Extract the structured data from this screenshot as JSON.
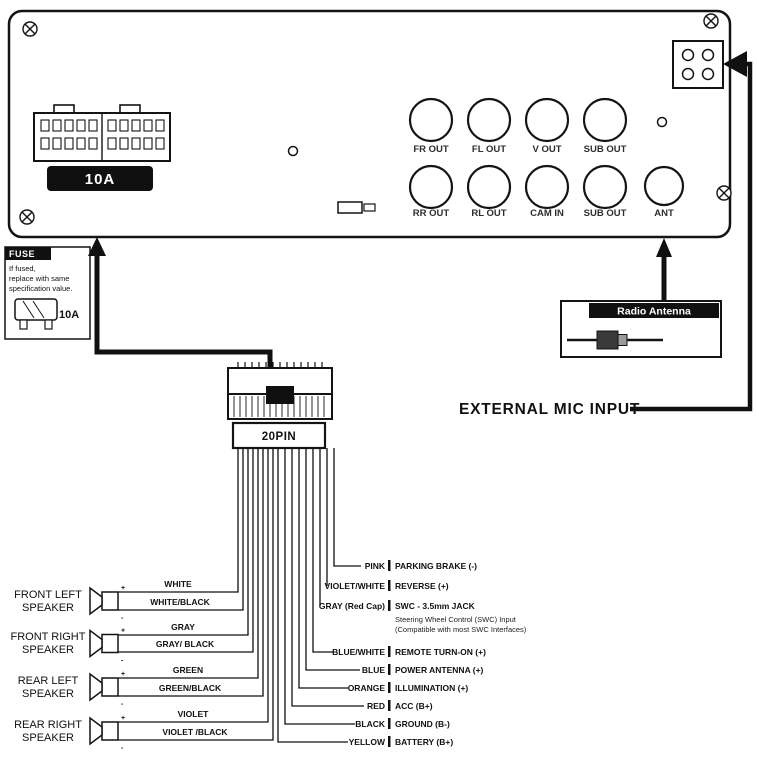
{
  "panel": {
    "fuse_rating": "10A",
    "jacks_top": [
      "FR OUT",
      "FL OUT",
      "V OUT",
      "SUB OUT"
    ],
    "jacks_bottom": [
      "RR OUT",
      "RL OUT",
      "CAM IN",
      "SUB OUT"
    ],
    "antenna_jack": "ANT"
  },
  "fuse_box": {
    "title": "FUSE",
    "note_lines": [
      "If fused,",
      "replace with same",
      "specification value."
    ],
    "rating": "10A"
  },
  "antenna_box": {
    "title": "Radio Antenna"
  },
  "external_mic_label": "EXTERNAL MIC INPUT",
  "harness": {
    "connector": "20PIN",
    "polarity_plus": "+",
    "polarity_minus": "-",
    "speakers": [
      {
        "name1": "FRONT LEFT",
        "name2": "SPEAKER",
        "wire_pos": "WHITE",
        "wire_neg": "WHITE/BLACK"
      },
      {
        "name1": "FRONT RIGHT",
        "name2": "SPEAKER",
        "wire_pos": "GRAY",
        "wire_neg": "GRAY/ BLACK"
      },
      {
        "name1": "REAR LEFT",
        "name2": "SPEAKER",
        "wire_pos": "GREEN",
        "wire_neg": "GREEN/BLACK"
      },
      {
        "name1": "REAR RIGHT",
        "name2": "SPEAKER",
        "wire_pos": "VIOLET",
        "wire_neg": "VIOLET /BLACK"
      }
    ],
    "wires": [
      {
        "color": "PINK",
        "function": "PARKING BRAKE (-)"
      },
      {
        "color": "VIOLET/WHITE",
        "function": "REVERSE (+)"
      },
      {
        "color": "GRAY (Red Cap)",
        "function": "SWC - 3.5mm JACK"
      },
      {
        "color": "BLUE/WHITE",
        "function": "REMOTE TURN-ON (+)"
      },
      {
        "color": "BLUE",
        "function": "POWER ANTENNA (+)"
      },
      {
        "color": "ORANGE",
        "function": "ILLUMINATION (+)"
      },
      {
        "color": "RED",
        "function": "ACC (B+)"
      },
      {
        "color": "BLACK",
        "function": "GROUND (B-)"
      },
      {
        "color": "YELLOW",
        "function": "BATTERY (B+)"
      }
    ],
    "swc_note": [
      "Steering Wheel Control (SWC) Input",
      "(Compatible with most SWC Interfaces)"
    ]
  },
  "colors": {
    "ink": "#101010",
    "paper": "#ffffff"
  }
}
